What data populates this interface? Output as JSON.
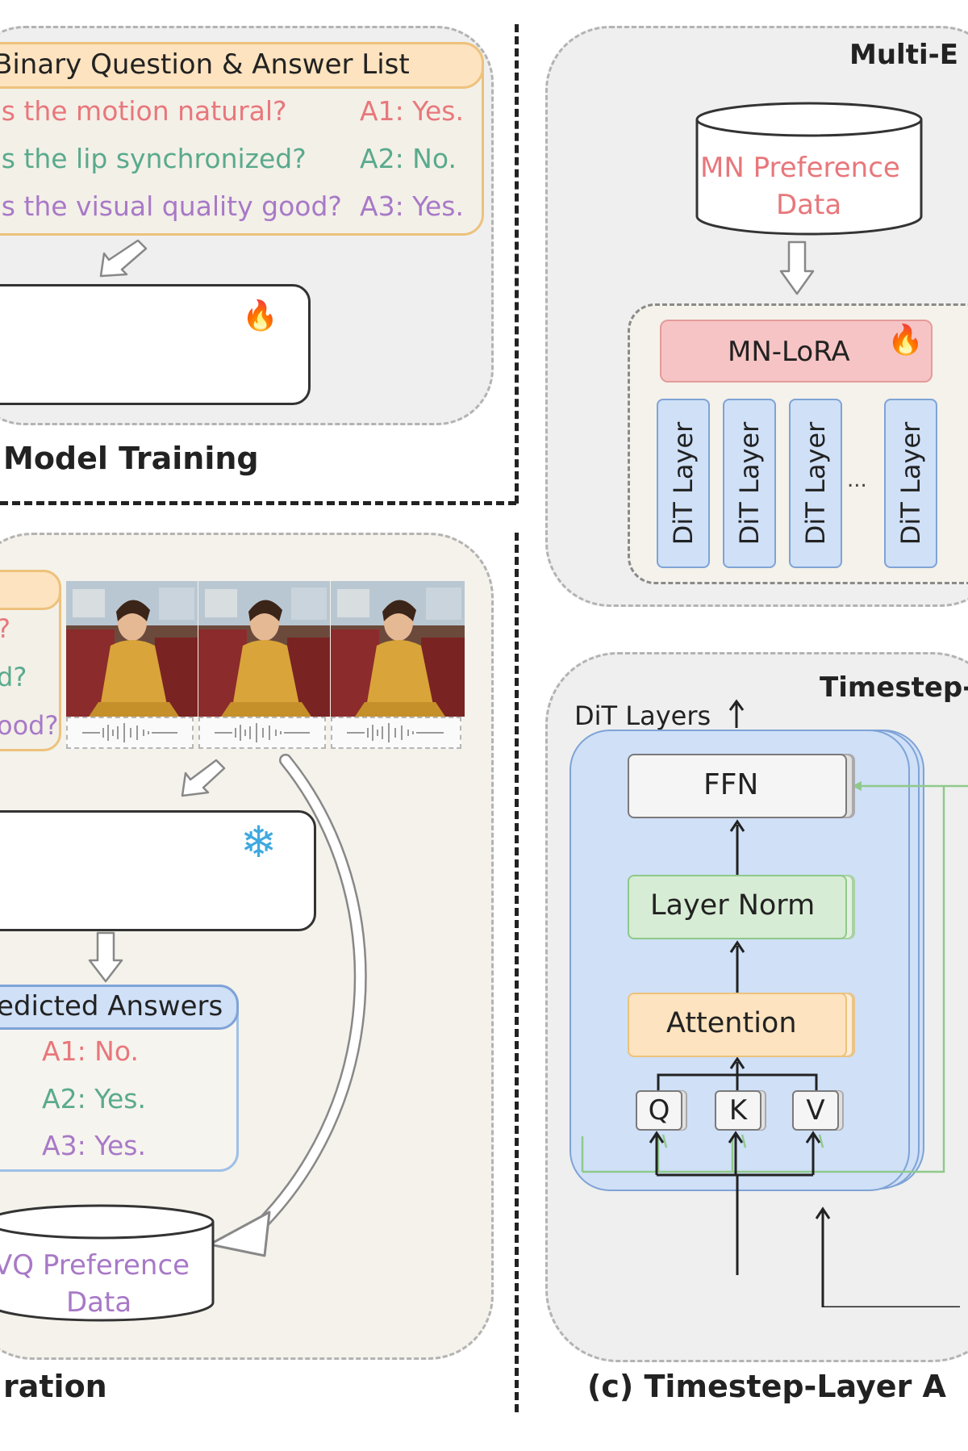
{
  "colors": {
    "red_text": "#e8777b",
    "green_text": "#5aaa8d",
    "purple_text": "#a879c7",
    "orange_fill": "#fde3bf",
    "orange_border": "#edc27c",
    "blue_fill": "#cfe0f7",
    "blue_border": "#7fa3d6",
    "green_fill": "#d7ecd4",
    "pink_fill": "#f6c4c4",
    "panel_gray": "#efefef",
    "panel_beige": "#f4f2ea"
  },
  "panel_a": {
    "qa_list_title": "Binary Question & Answer List",
    "questions": [
      {
        "q": "Is the motion natural?",
        "a": "A1: Yes."
      },
      {
        "q": "Is the lip synchronized?",
        "a": "A2: No."
      },
      {
        "q": "Is the visual quality good?",
        "a": "A3: Yes."
      }
    ],
    "flame_icon": "🔥",
    "caption": "Model Training"
  },
  "panel_b": {
    "questions_partial": [
      "?",
      "d?",
      "ood?"
    ],
    "snowflake_icon": "❄",
    "predicted_title": "edicted Answers",
    "predicted_answers": [
      "A1: No.",
      "A2: Yes.",
      "A3: Yes."
    ],
    "db_line1": "VQ Preference",
    "db_line2": "Data",
    "caption": "ration"
  },
  "panel_c_top": {
    "title": "Multi-E",
    "db_line1": "MN Preference",
    "db_line2": "Data",
    "lora_label": "MN-LoRA",
    "flame_icon": "🔥",
    "dit_layers": [
      "DiT Layer",
      "DiT Layer",
      "DiT Layer",
      "DiT Layer"
    ],
    "ellipsis": "..."
  },
  "panel_c_bottom": {
    "title": "Timestep-",
    "dit_layers_label": "DiT Layers",
    "ffn": "FFN",
    "layer_norm": "Layer Norm",
    "attention": "Attention",
    "q": "Q",
    "k": "K",
    "v": "V",
    "caption": "(c) Timestep-Layer A"
  }
}
